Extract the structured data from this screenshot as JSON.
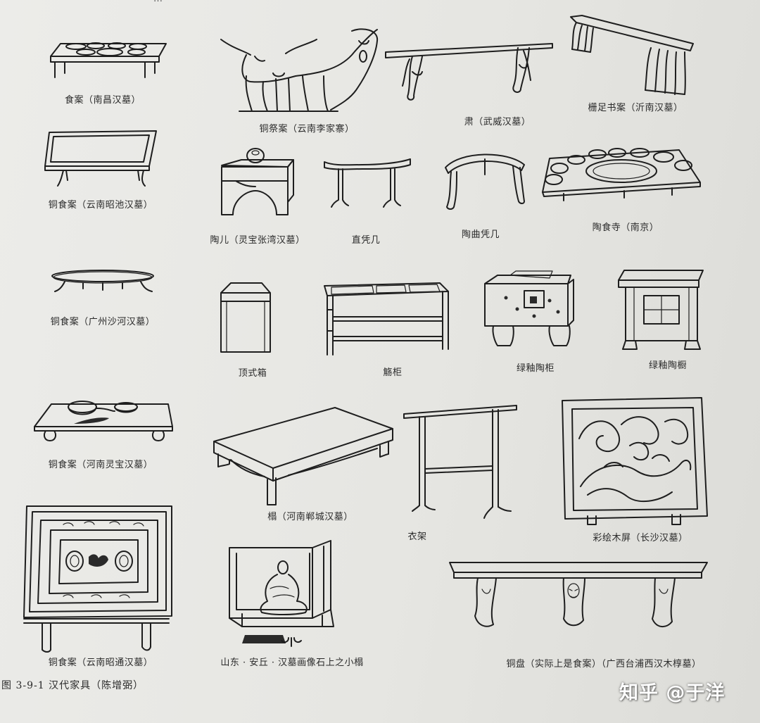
{
  "top_fragment": "…",
  "items": [
    {
      "caption": "食案（南昌汉墓）"
    },
    {
      "caption": "铜祭案（云南李家寨）"
    },
    {
      "caption": "肃（武威汉墓）"
    },
    {
      "caption": "栅足书案（沂南汉墓）"
    },
    {
      "caption": "铜食案（云南昭池汉墓）"
    },
    {
      "caption": "陶儿（灵宝张湾汉墓）"
    },
    {
      "caption": "直凭几"
    },
    {
      "caption": "陶曲凭几"
    },
    {
      "caption": "陶食寺（南京）"
    },
    {
      "caption": "铜食案（广州沙河汉墓）"
    },
    {
      "caption": "顶式箱"
    },
    {
      "caption": "觞柜"
    },
    {
      "caption": "绿釉陶柜"
    },
    {
      "caption": "绿釉陶橱"
    },
    {
      "caption": "铜食案（河南灵宝汉墓）"
    },
    {
      "caption": "榻（河南郸城汉墓）"
    },
    {
      "caption": "衣架"
    },
    {
      "caption": "彩绘木屏（长沙汉墓）"
    },
    {
      "caption": "铜食案（云南昭通汉墓）"
    },
    {
      "caption": "山东 · 安丘 · 汉墓画像石上之小榻"
    },
    {
      "caption": "铜盘（实际上是食案）（广西台浦西汉木椁墓）"
    }
  ],
  "figure_caption": "图 3-9-1   汉代家具（陈增弼）",
  "watermark": "知乎 @于洋"
}
